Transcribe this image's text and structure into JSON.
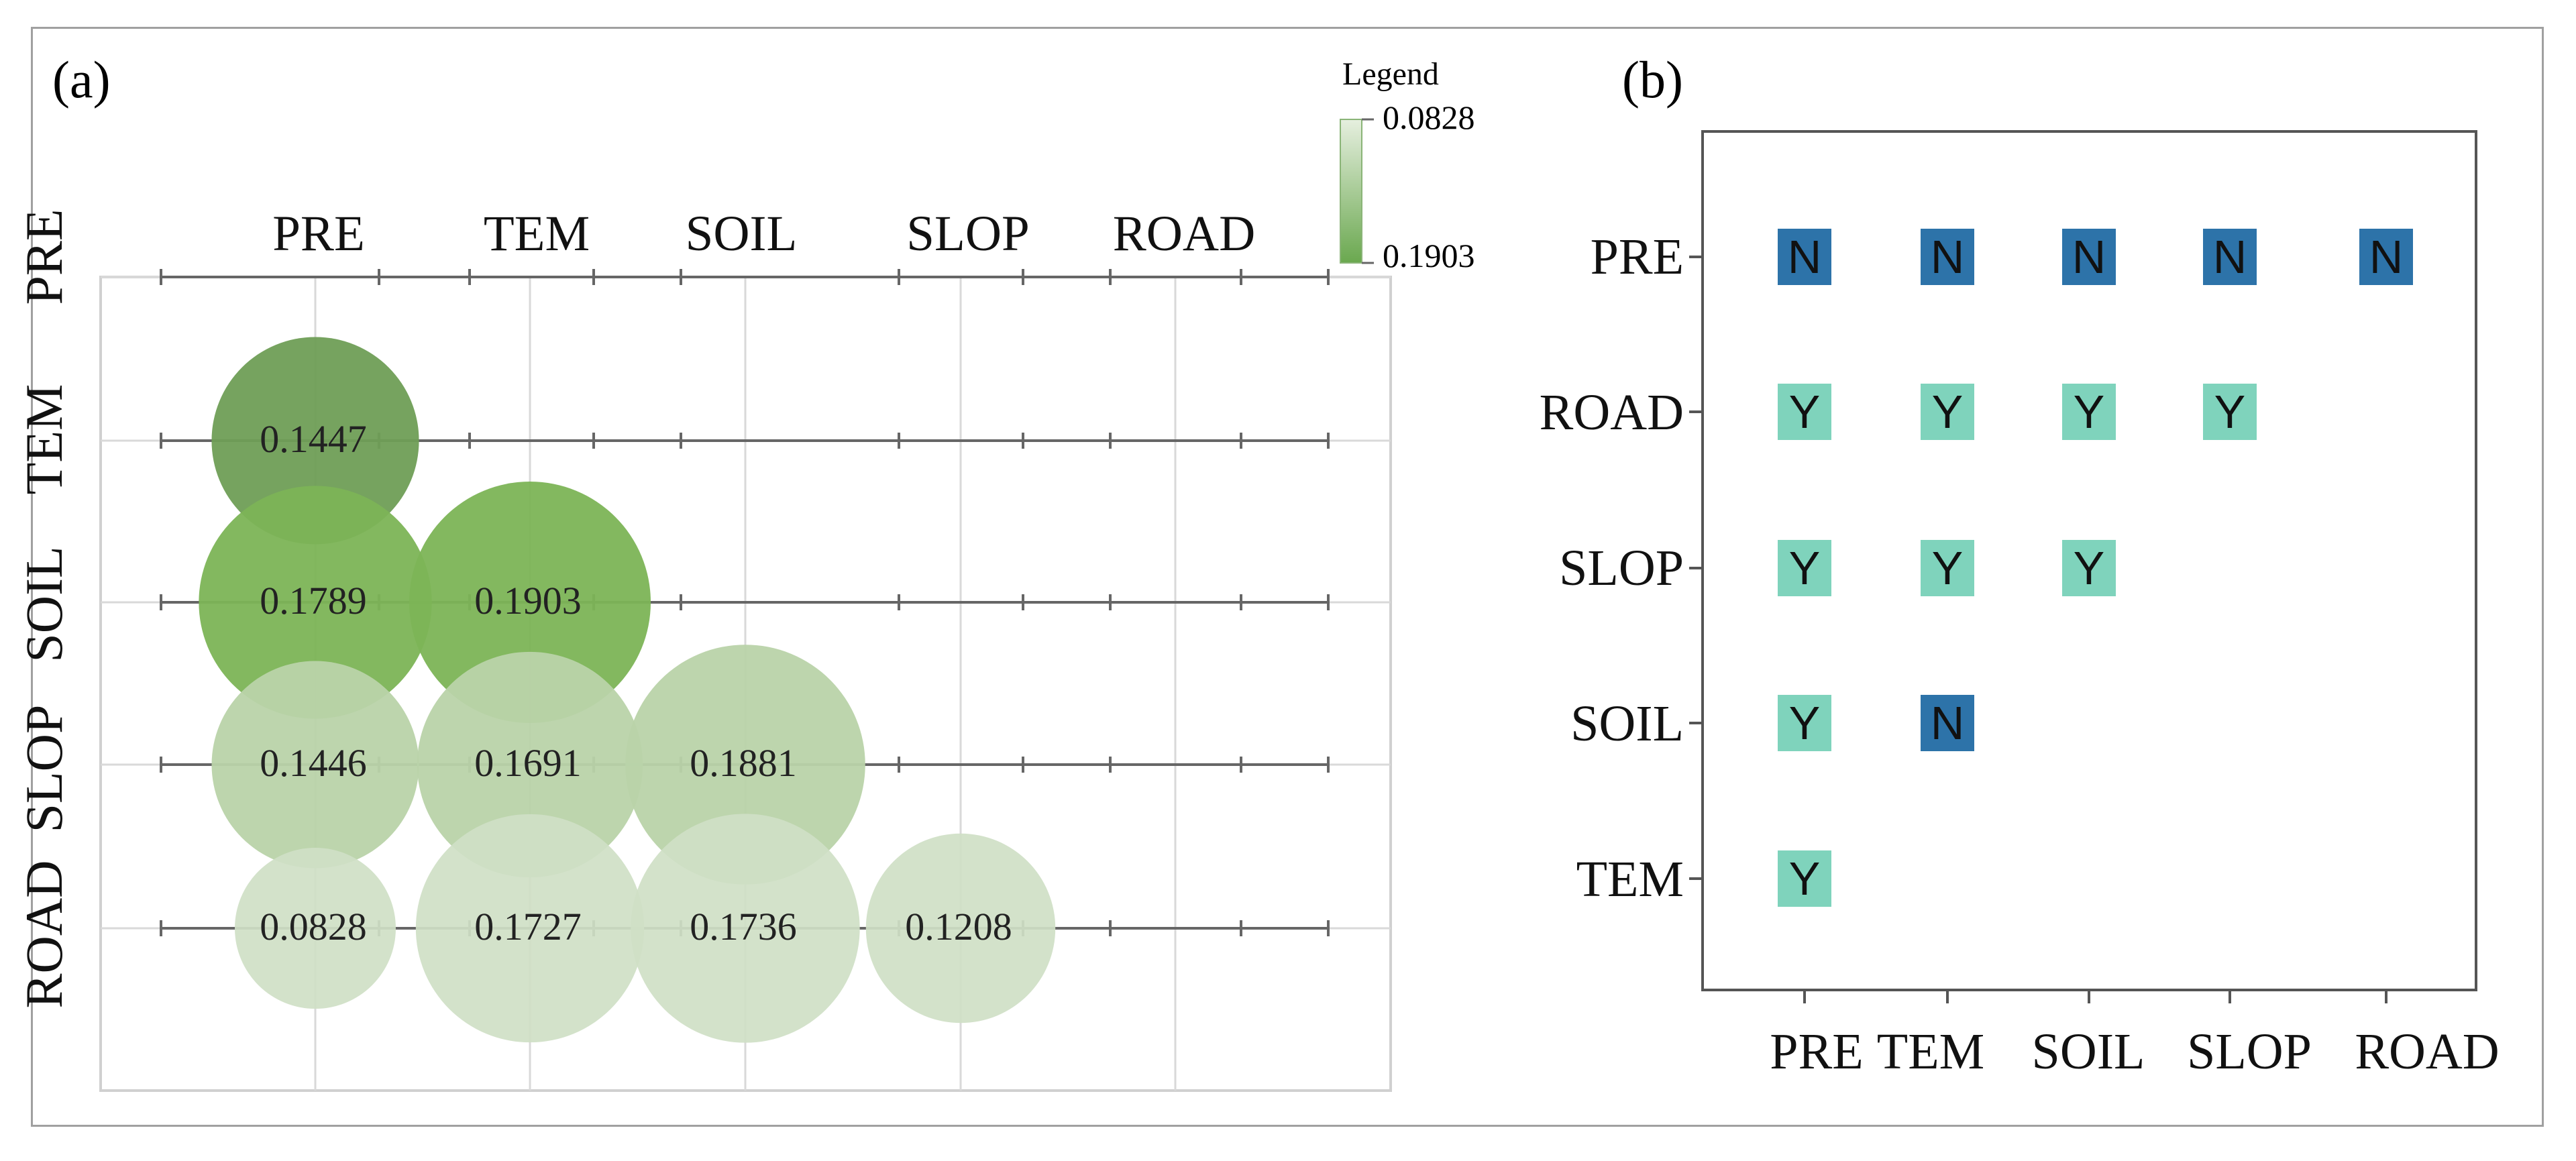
{
  "chart_data": [
    {
      "type": "bubble",
      "panel_label": "(a)",
      "x_categories": [
        "PRE",
        "TEM",
        "SOIL",
        "SLOP",
        "ROAD"
      ],
      "y_categories": [
        "PRE",
        "TEM",
        "SOIL",
        "SLOP",
        "ROAD"
      ],
      "points": [
        {
          "x": "PRE",
          "y": "TEM",
          "value": 0.1447,
          "label": "0.1447"
        },
        {
          "x": "PRE",
          "y": "SOIL",
          "value": 0.1789,
          "label": "0.1789"
        },
        {
          "x": "TEM",
          "y": "SOIL",
          "value": 0.1903,
          "label": "0.1903"
        },
        {
          "x": "PRE",
          "y": "SLOP",
          "value": 0.1446,
          "label": "0.1446"
        },
        {
          "x": "TEM",
          "y": "SLOP",
          "value": 0.1691,
          "label": "0.1691"
        },
        {
          "x": "SOIL",
          "y": "SLOP",
          "value": 0.1881,
          "label": "0.1881"
        },
        {
          "x": "PRE",
          "y": "ROAD",
          "value": 0.0828,
          "label": "0.0828"
        },
        {
          "x": "TEM",
          "y": "ROAD",
          "value": 0.1727,
          "label": "0.1727"
        },
        {
          "x": "SOIL",
          "y": "ROAD",
          "value": 0.1736,
          "label": "0.1736"
        },
        {
          "x": "SLOP",
          "y": "ROAD",
          "value": 0.1208,
          "label": "0.1208"
        }
      ],
      "legend": {
        "title": "Legend",
        "min_label": "0.0828",
        "max_label": "0.1903",
        "min_color": "#e6efdf",
        "max_color": "#6aa84f",
        "placement": "top-right"
      },
      "grid": true,
      "colors": {
        "dark_bubble": "#6f9e56",
        "strong_bubble": "#7cb456",
        "light_bubble": "#b9d3a9",
        "lighter_bubble": "#cfe0c5"
      }
    },
    {
      "type": "table",
      "panel_label": "(b)",
      "x_categories": [
        "PRE",
        "TEM",
        "SOIL",
        "SLOP",
        "ROAD"
      ],
      "y_categories": [
        "PRE",
        "ROAD",
        "SLOP",
        "SOIL",
        "TEM"
      ],
      "cells": [
        {
          "x": "PRE",
          "y": "PRE",
          "value": "N"
        },
        {
          "x": "TEM",
          "y": "PRE",
          "value": "N"
        },
        {
          "x": "SOIL",
          "y": "PRE",
          "value": "N"
        },
        {
          "x": "SLOP",
          "y": "PRE",
          "value": "N"
        },
        {
          "x": "ROAD",
          "y": "PRE",
          "value": "N"
        },
        {
          "x": "PRE",
          "y": "ROAD",
          "value": "Y"
        },
        {
          "x": "TEM",
          "y": "ROAD",
          "value": "Y"
        },
        {
          "x": "SOIL",
          "y": "ROAD",
          "value": "Y"
        },
        {
          "x": "SLOP",
          "y": "ROAD",
          "value": "Y"
        },
        {
          "x": "PRE",
          "y": "SLOP",
          "value": "Y"
        },
        {
          "x": "TEM",
          "y": "SLOP",
          "value": "Y"
        },
        {
          "x": "SOIL",
          "y": "SLOP",
          "value": "Y"
        },
        {
          "x": "PRE",
          "y": "SOIL",
          "value": "Y"
        },
        {
          "x": "TEM",
          "y": "SOIL",
          "value": "N"
        },
        {
          "x": "PRE",
          "y": "TEM",
          "value": "Y"
        }
      ],
      "colors": {
        "N": "#2d73a9",
        "Y": "#7fd3bc"
      }
    }
  ]
}
